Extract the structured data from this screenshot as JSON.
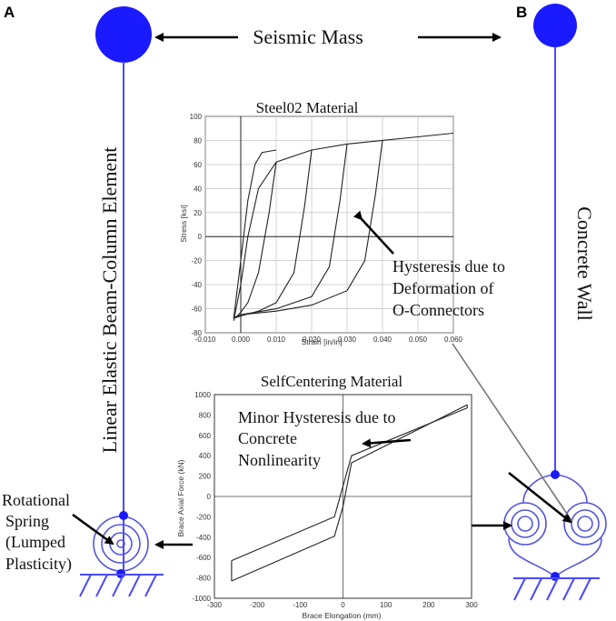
{
  "figure": {
    "panel_a": "A",
    "panel_b": "B",
    "seismic_mass": "Seismic Mass",
    "left_vertical_label": "Linear Elastic Beam-Column Element",
    "right_vertical_label": "Concrete Wall",
    "spring_note": [
      "Rotational",
      "Spring",
      "(Lumped",
      "Plasticity)"
    ],
    "steel_note": [
      "Hysteresis due to",
      "Deformation of",
      "O-Connectors"
    ],
    "sc_note": [
      "Minor Hysteresis due to",
      "Concrete",
      "Nonlinearity"
    ],
    "colors": {
      "structure": "#1a1aff",
      "spring": "#4040e0",
      "curve": "#222222"
    }
  },
  "chart_data": [
    {
      "type": "line",
      "title": "Steel02 Material",
      "xlabel": "Strain [in/in]",
      "ylabel": "Stress [ksi]",
      "xlim": [
        -0.01,
        0.06
      ],
      "ylim": [
        -80,
        100
      ],
      "xticks": [
        "-0.010",
        "0.000",
        "0.010",
        "0.020",
        "0.030",
        "0.040",
        "0.050",
        "0.060"
      ],
      "yticks": [
        "-80",
        "-60",
        "-40",
        "-20",
        "0",
        "20",
        "40",
        "60",
        "80",
        "100"
      ],
      "grid": true,
      "series": [
        {
          "x": [
            -0.002,
            0.0,
            0.002,
            0.005,
            0.01,
            0.02,
            0.03,
            0.04,
            0.05,
            0.06
          ],
          "y": [
            -70,
            -40,
            0,
            40,
            62,
            72,
            77,
            80,
            83,
            86
          ]
        },
        {
          "x": [
            0.01,
            0.008,
            0.005,
            0.002,
            0.0,
            -0.001,
            -0.002
          ],
          "y": [
            62,
            20,
            -30,
            -55,
            -63,
            -66,
            -68
          ]
        },
        {
          "x": [
            0.02,
            0.018,
            0.015,
            0.01,
            0.005,
            0.0,
            -0.002
          ],
          "y": [
            72,
            25,
            -30,
            -55,
            -62,
            -66,
            -68
          ]
        },
        {
          "x": [
            0.03,
            0.028,
            0.025,
            0.02,
            0.01,
            0.0,
            -0.002
          ],
          "y": [
            77,
            30,
            -25,
            -50,
            -60,
            -65,
            -68
          ]
        },
        {
          "x": [
            0.04,
            0.038,
            0.035,
            0.03,
            0.02,
            0.01,
            0.0,
            -0.002
          ],
          "y": [
            80,
            35,
            -20,
            -45,
            -57,
            -62,
            -65,
            -68
          ]
        },
        {
          "x": [
            -0.002,
            0.0,
            0.002,
            0.004,
            0.006,
            0.01
          ],
          "y": [
            -68,
            -20,
            30,
            60,
            70,
            72
          ]
        }
      ]
    },
    {
      "type": "line",
      "title": "SelfCentering Material",
      "xlabel": "Brace Elongation (mm)",
      "ylabel": "Brace Axial Force (kN)",
      "xlim": [
        -300,
        300
      ],
      "ylim": [
        -1000,
        1000
      ],
      "xticks": [
        "-300",
        "-200",
        "-100",
        "0",
        "100",
        "200",
        "300"
      ],
      "yticks": [
        "-1000",
        "-800",
        "-600",
        "-400",
        "-200",
        "0",
        "200",
        "400",
        "600",
        "800",
        "1000"
      ],
      "grid": false,
      "series": [
        {
          "x": [
            -260,
            -20,
            0,
            20,
            290
          ],
          "y": [
            -830,
            -390,
            -100,
            330,
            900
          ]
        },
        {
          "x": [
            -260,
            -20,
            0,
            20,
            290
          ],
          "y": [
            -630,
            -200,
            100,
            400,
            870
          ]
        },
        {
          "x": [
            -260,
            -260
          ],
          "y": [
            -830,
            -630
          ]
        },
        {
          "x": [
            290,
            290
          ],
          "y": [
            870,
            900
          ]
        }
      ]
    }
  ]
}
